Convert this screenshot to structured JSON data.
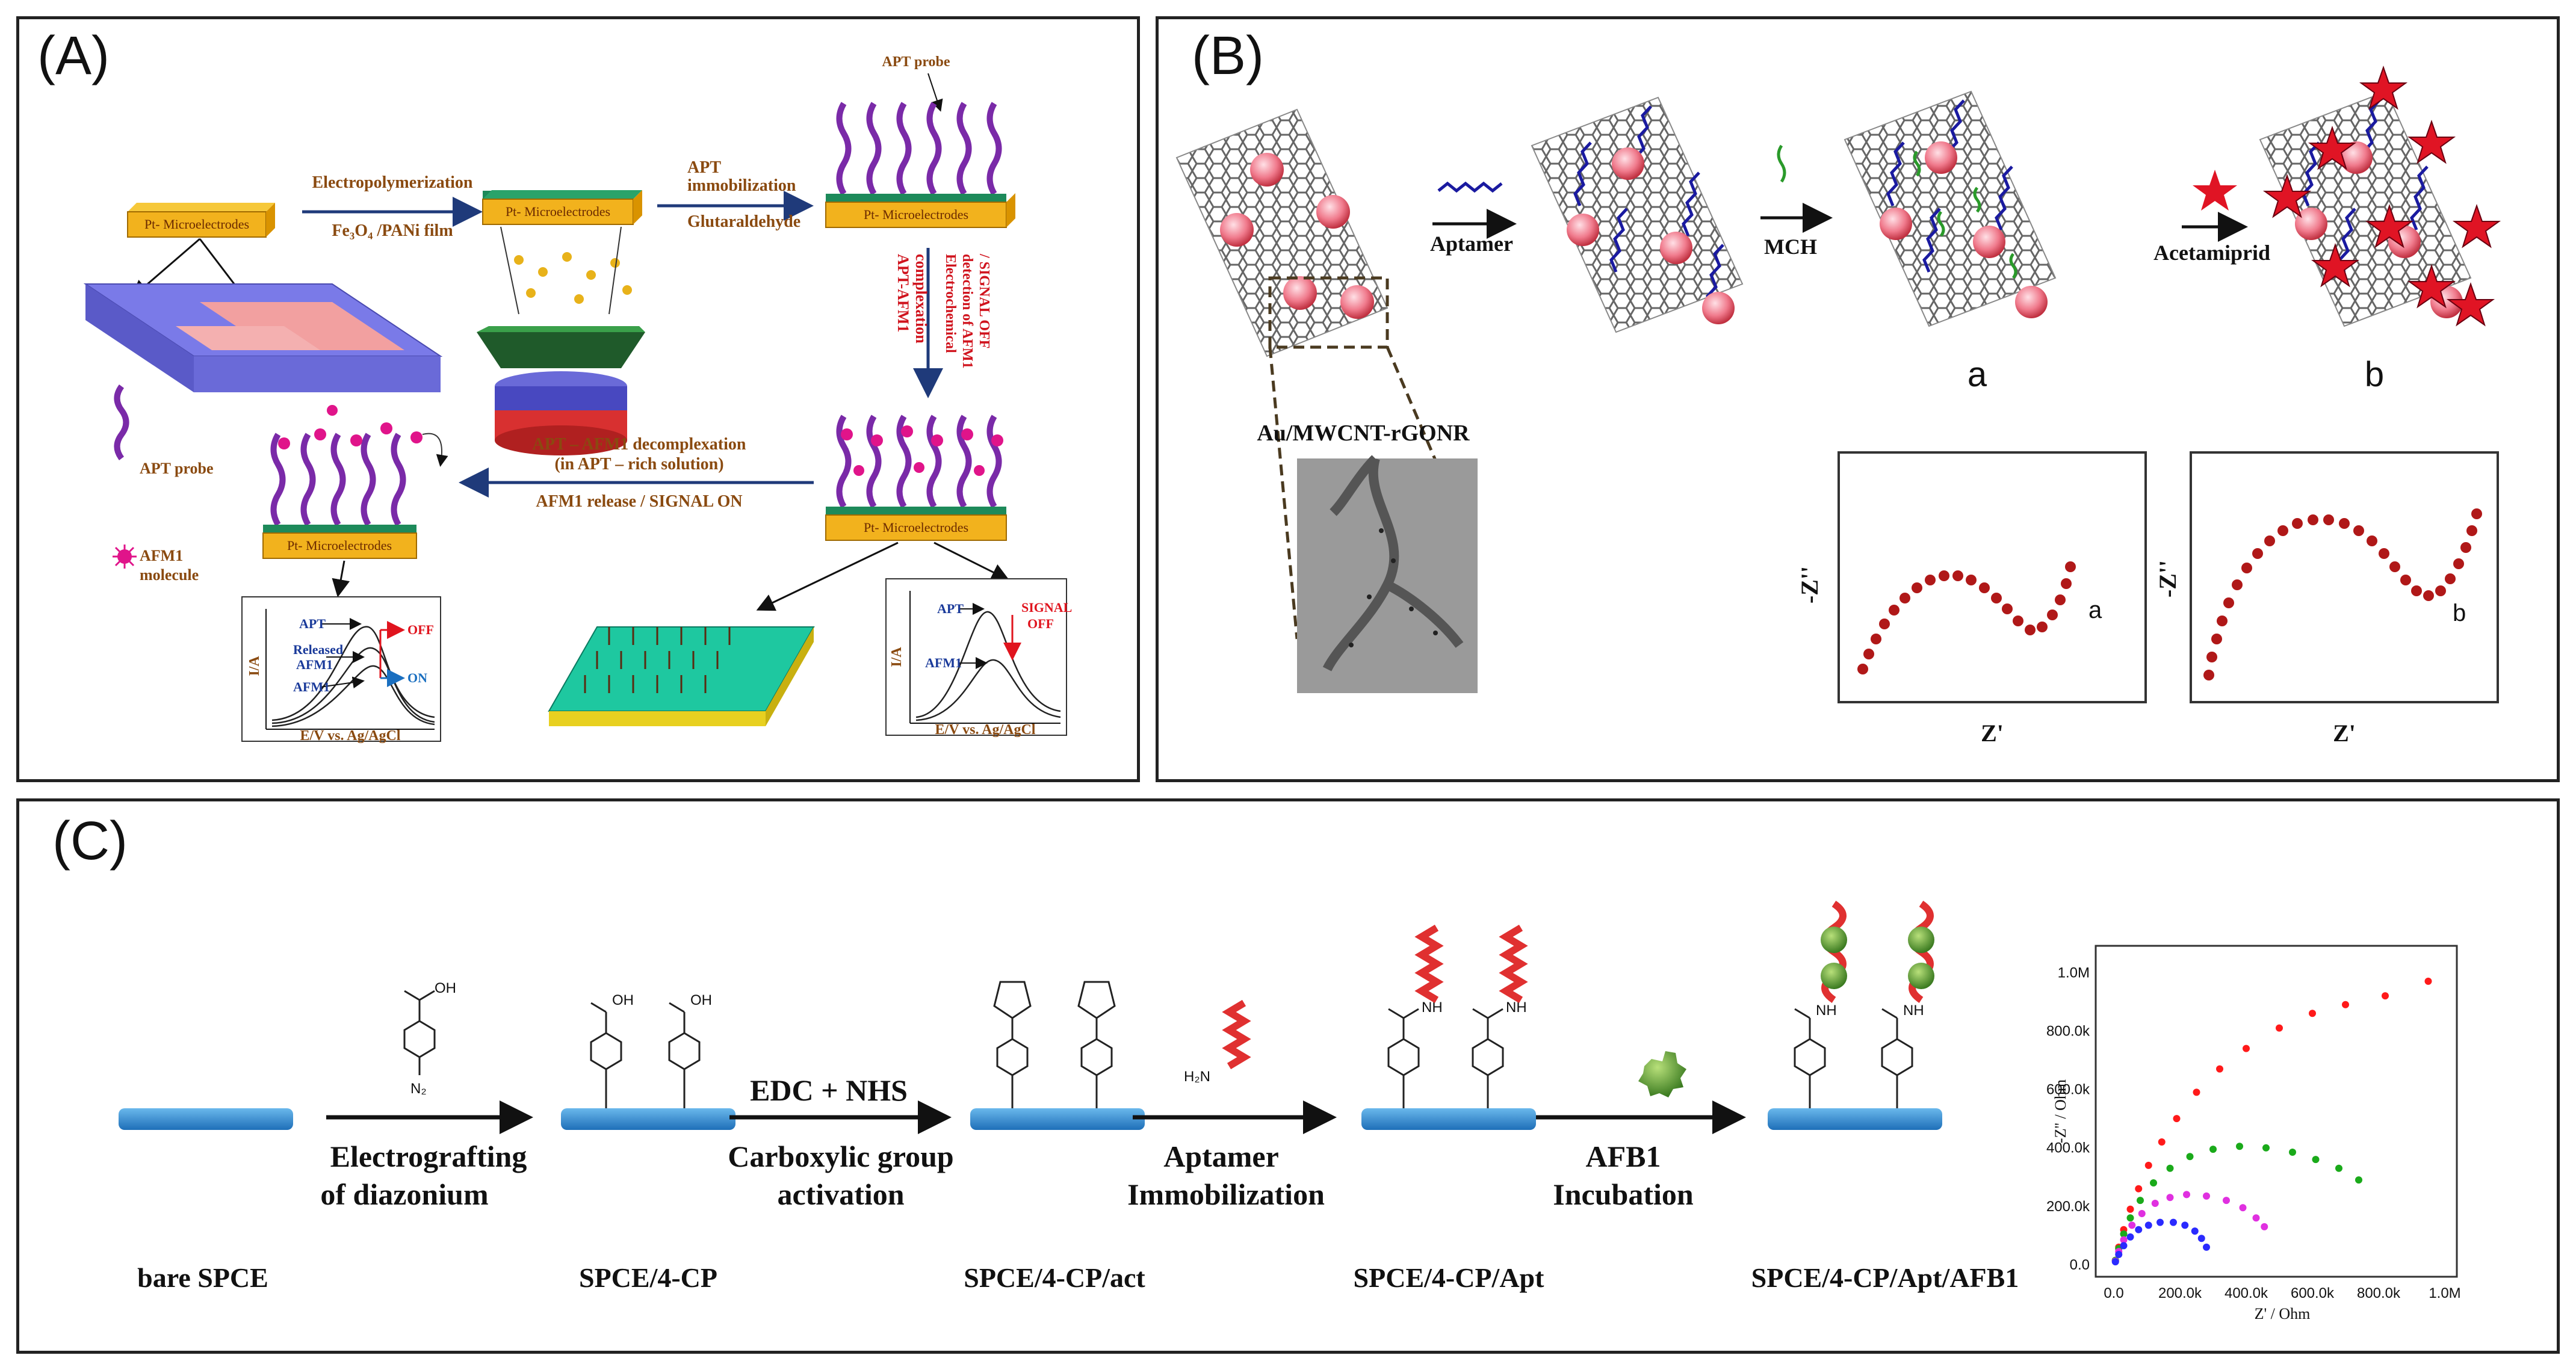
{
  "panel_a": {
    "label": "(A)",
    "apt_probe_top": "APT probe",
    "electrode": "Pt- Microelectrodes",
    "step1": "Electropolymerization",
    "step1_sub": "Fe₃O₄ /PANi film",
    "step2": "APT",
    "step2b": "immobilization",
    "step2_sub": "Glutaraldehyde",
    "complex1": "APT-AFM1",
    "complex2": "complexation",
    "detect1": "Electrochemical",
    "detect2": "detection of AFM1",
    "detect3": "/ SIGNAL OFF",
    "decomp1": "APT – AFM1 decomplexation",
    "decomp2": "(in APT – rich solution)",
    "decomp3": "AFM1 release / SIGNAL ON",
    "legend_apt": "APT probe",
    "legend_afm1": "AFM1",
    "legend_afm1b": "molecule",
    "ylabel": "I/A",
    "xlabel": "E/V vs. Ag/AgCl",
    "g1_apt": "APT",
    "g1_released": "Released",
    "g1_afm1": "AFM1",
    "g1_afm1b": "AFM1",
    "g1_off": "OFF",
    "g1_on": "ON",
    "g2_apt": "APT",
    "g2_afm1": "AFM1",
    "g2_signal": "SIGNAL",
    "g2_off": "OFF"
  },
  "panel_b": {
    "label": "(B)",
    "aptamer": "Aptamer",
    "mch": "MCH",
    "acetamiprid": "Acetamiprid",
    "label_a": "a",
    "label_b": "b",
    "material": "Au/MWCNT-rGONR",
    "plot_ylabel": "-Z''",
    "plot_xlabel": "Z'",
    "plot_a": "a",
    "plot_b": "b"
  },
  "panel_c": {
    "label": "(C)",
    "s1": "bare SPCE",
    "s2": "SPCE/4-CP",
    "s3": "SPCE/4-CP/act",
    "s4": "SPCE/4-CP/Apt",
    "s5": "SPCE/4-CP/Apt/AFB1",
    "a1a": "Electrografting",
    "a1b": "of diazonium",
    "a2top": "EDC + NHS",
    "a2a": "Carboxylic group",
    "a2b": "activation",
    "a3a": "Aptamer",
    "a3b": "Immobilization",
    "a4a": "AFB1",
    "a4b": "Incubation",
    "oh": "OH",
    "nh": "NH",
    "h2n": "H₂N",
    "n2": "N₂",
    "chart_ylabel": "-Z'' / Ohm",
    "chart_xlabel": "Z' / Ohm"
  },
  "chart_data": {
    "type": "scatter",
    "yticks": [
      "0.0",
      "200.0k",
      "400.0k",
      "600.0k",
      "800.0k",
      "1.0M"
    ],
    "xticks": [
      "0.0",
      "200.0k",
      "400.0k",
      "600.0k",
      "800.0k",
      "1.0M"
    ],
    "xlim": [
      0,
      1000000
    ],
    "ylim": [
      0,
      1050000
    ],
    "series": [
      {
        "color": "#ff1a1a",
        "points": [
          [
            5000,
            15000
          ],
          [
            15000,
            60000
          ],
          [
            30000,
            120000
          ],
          [
            50000,
            190000
          ],
          [
            75000,
            260000
          ],
          [
            105000,
            340000
          ],
          [
            145000,
            420000
          ],
          [
            190000,
            500000
          ],
          [
            250000,
            590000
          ],
          [
            320000,
            670000
          ],
          [
            400000,
            740000
          ],
          [
            500000,
            810000
          ],
          [
            600000,
            860000
          ],
          [
            700000,
            890000
          ],
          [
            820000,
            920000
          ],
          [
            950000,
            970000
          ]
        ]
      },
      {
        "color": "#1aaa1a",
        "points": [
          [
            5000,
            15000
          ],
          [
            15000,
            55000
          ],
          [
            30000,
            105000
          ],
          [
            50000,
            160000
          ],
          [
            80000,
            220000
          ],
          [
            120000,
            280000
          ],
          [
            170000,
            330000
          ],
          [
            230000,
            370000
          ],
          [
            300000,
            395000
          ],
          [
            380000,
            405000
          ],
          [
            460000,
            400000
          ],
          [
            540000,
            385000
          ],
          [
            610000,
            360000
          ],
          [
            680000,
            330000
          ],
          [
            740000,
            290000
          ]
        ]
      },
      {
        "color": "#e030e0",
        "points": [
          [
            5000,
            12000
          ],
          [
            15000,
            45000
          ],
          [
            30000,
            85000
          ],
          [
            55000,
            135000
          ],
          [
            85000,
            175000
          ],
          [
            125000,
            210000
          ],
          [
            170000,
            230000
          ],
          [
            220000,
            240000
          ],
          [
            280000,
            235000
          ],
          [
            340000,
            220000
          ],
          [
            390000,
            195000
          ],
          [
            430000,
            160000
          ],
          [
            455000,
            130000
          ]
        ]
      },
      {
        "color": "#2a2aff",
        "points": [
          [
            5000,
            10000
          ],
          [
            15000,
            35000
          ],
          [
            30000,
            65000
          ],
          [
            50000,
            95000
          ],
          [
            75000,
            120000
          ],
          [
            105000,
            135000
          ],
          [
            140000,
            145000
          ],
          [
            180000,
            145000
          ],
          [
            215000,
            135000
          ],
          [
            245000,
            115000
          ],
          [
            265000,
            90000
          ],
          [
            280000,
            60000
          ]
        ]
      }
    ]
  }
}
